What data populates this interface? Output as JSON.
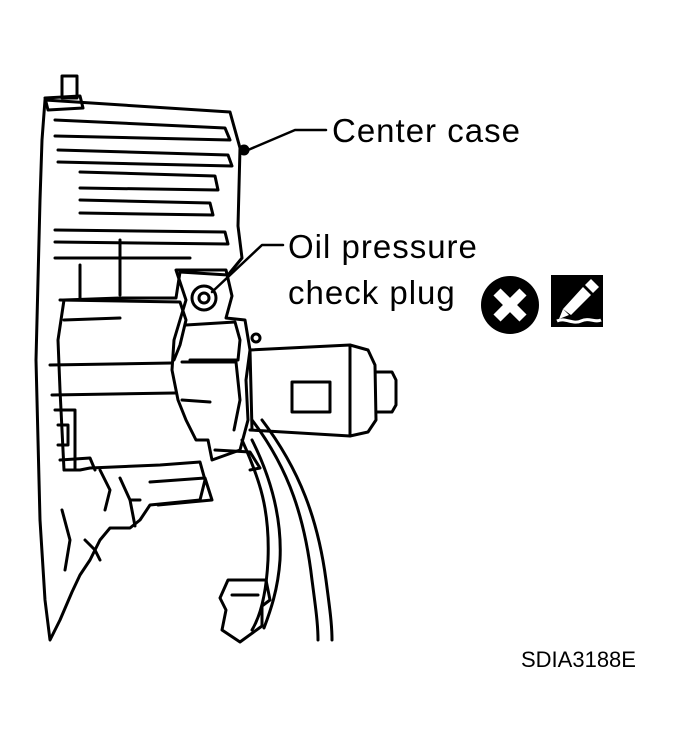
{
  "labels": {
    "center_case": "Center case",
    "oil_pressure_line1": "Oil pressure",
    "oil_pressure_line2": "check plug",
    "figure_code": "SDIA3188E"
  },
  "icons": {
    "do_not_reuse": "x-circle-icon",
    "apply_sealant": "sealant-icon"
  },
  "colors": {
    "ink": "#000000",
    "paper": "#ffffff"
  }
}
